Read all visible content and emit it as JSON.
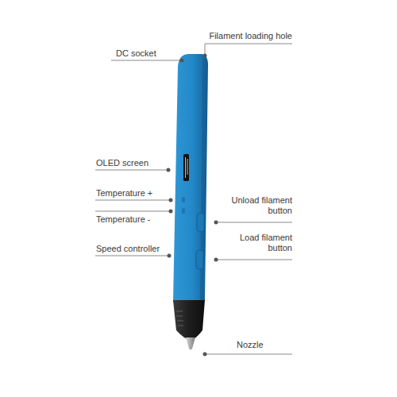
{
  "diagram": {
    "labels": [
      "Filament loading hole",
      "DC socket",
      "OLED screen",
      "Temperature +",
      "Temperature -",
      "Unload filament button",
      "Load filament button",
      "Speed controller",
      "Nozzle"
    ]
  }
}
